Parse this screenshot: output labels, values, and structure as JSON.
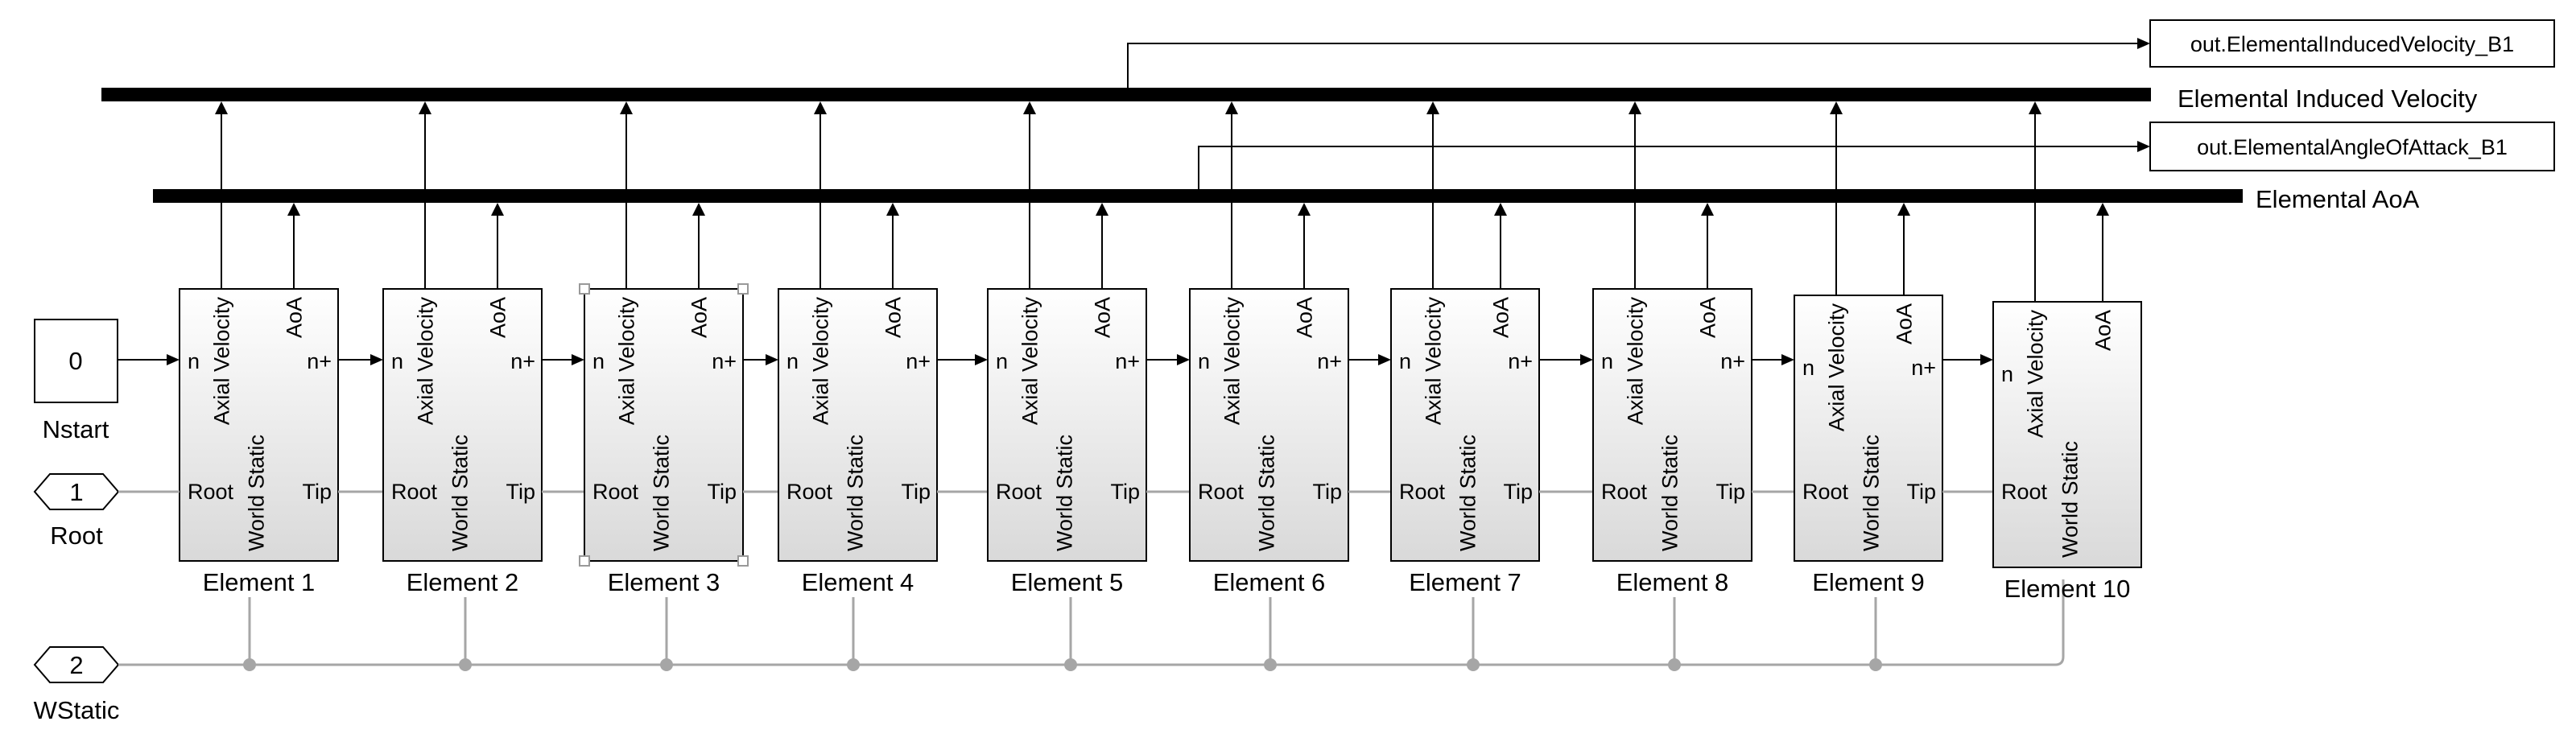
{
  "buses": {
    "velocity": {
      "label": "Elemental Induced Velocity"
    },
    "aoa": {
      "label": "Elemental AoA"
    }
  },
  "outports": {
    "velocity": {
      "label": "out.ElementalInducedVelocity_B1"
    },
    "aoa": {
      "label": "out.ElementalAngleOfAttack_B1"
    }
  },
  "constant": {
    "value": "0",
    "name": "Nstart"
  },
  "inports": [
    {
      "number": "1",
      "name": "Root"
    },
    {
      "number": "2",
      "name": "WStatic"
    }
  ],
  "port_labels": {
    "n": "n",
    "n_plus": "n+",
    "axial_velocity": "Axial Velocity",
    "aoa": "AoA",
    "world_static": "World Static",
    "root": "Root",
    "tip": "Tip"
  },
  "elements": [
    {
      "name": "Element 1",
      "has_tip": true
    },
    {
      "name": "Element 2",
      "has_tip": true
    },
    {
      "name": "Element 3",
      "has_tip": true,
      "selected": true
    },
    {
      "name": "Element 4",
      "has_tip": true
    },
    {
      "name": "Element 5",
      "has_tip": true
    },
    {
      "name": "Element 6",
      "has_tip": true
    },
    {
      "name": "Element 7",
      "has_tip": true
    },
    {
      "name": "Element 8",
      "has_tip": true
    },
    {
      "name": "Element 9",
      "has_tip": true
    },
    {
      "name": "Element 10",
      "has_tip": false
    }
  ],
  "colors": {
    "signal": "#000000",
    "wstatic_line": "#a6a6a6",
    "root_line": "#a6a6a6",
    "block_fill_top": "#ffffff",
    "block_fill_bottom": "#dcdcdc",
    "selection_handles": "#999999"
  }
}
